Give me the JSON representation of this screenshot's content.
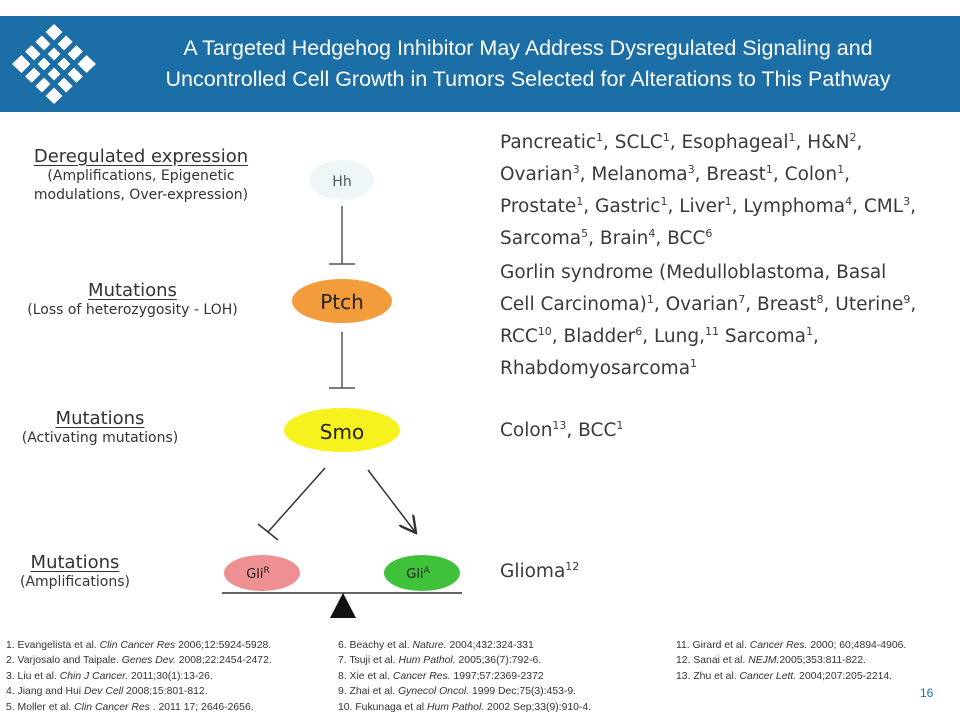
{
  "slide": {
    "title_line1": "A Targeted Hedgehog Inhibitor May Address Dysregulated Signaling and",
    "title_line2": "Uncontrolled Cell Growth in Tumors Selected for Alterations to This Pathway",
    "page_number": "16"
  },
  "colors": {
    "header_bg": "#1b6fa6",
    "ptch_node": "#f39c3c",
    "smo_node": "#f7f21d",
    "gli_r_node": "#ee8f92",
    "gli_a_node": "#3fc23a",
    "hh_node": "#eef6f7"
  },
  "labels": [
    {
      "title": "Deregulated expression",
      "lines": [
        "(Amplifications, Epigenetic",
        "modulations, Over-expression)"
      ]
    },
    {
      "title": "Mutations",
      "lines": [
        "(Loss of heterozygosity - LOH)"
      ]
    },
    {
      "title": "Mutations",
      "lines": [
        "(Activating mutations)"
      ]
    },
    {
      "title": "Mutations",
      "lines": [
        "(Amplifications)"
      ]
    }
  ],
  "nodes": {
    "hh": "Hh",
    "ptch": "Ptch",
    "smo": "Smo",
    "gli_r": "Gli",
    "gli_r_sup": "R",
    "gli_a": "Gli",
    "gli_a_sup": "A"
  },
  "cancers": {
    "hh": "Pancreatic<sup>1</sup>, SCLC<sup>1</sup>, Esophageal<sup>1</sup>, H&amp;N<sup>2</sup>,<br>Ovarian<sup>3</sup>, Melanoma<sup>3</sup>, Breast<sup>1</sup>, Colon<sup>1</sup>,<br>Prostate<sup>1</sup>, Gastric<sup>1</sup>, Liver<sup>1</sup>, Lymphoma<sup>4</sup>, CML<sup>3</sup>,<br>Sarcoma<sup>5</sup>, Brain<sup>4</sup>, BCC<sup>6</sup>",
    "ptch": "Gorlin syndrome (Medulloblastoma, Basal<br>Cell Carcinoma)<sup>1</sup>, Ovarian<sup>7</sup>, Breast<sup>8</sup>, Uterine<sup>9</sup>,<br>RCC<sup>10</sup>, Bladder<sup>6</sup>, Lung,<sup>11</sup> Sarcoma<sup>1</sup>,<br>Rhabdomyosarcoma<sup>1</sup>",
    "smo": "Colon<sup>13</sup>, BCC<sup>1</sup>",
    "gli": "Glioma<sup>12</sup>"
  },
  "references": {
    "col1": "1. Evangelista  et al. <i>Clin Cancer Res</i> 2006;12:5924-5928.<br>2. Varjosalo and Taipale. <i>Genes Dev.</i> 2008;22:2454-2472.<br>3. Liu et al. <i>Chin J Cancer.</i> 2011;30(1):13-26.<br>4. Jiang  and Hui  <i>Dev Cell</i> 2008;15:801-812.<br>5. Moller et al. <i>Clin Cancer Res</i> . 2011 17; 2646-2656.",
    "col2": "6. Beachy et al.  <i>Nature.</i> 2004;432:324-331<br>7. Tsuji  et al. <i>Hum Pathol.</i> 2005;36(7):792-6.<br>8. Xie et al.  <i>Cancer Res.</i> 1997;57:2369-2372<br>9. Zhai et al.  <i>Gynecol Oncol.</i> 1999 Dec;75(3):453-9.<br>10. Fukunaga   et al   <i>Hum Pathol.</i> 2002 Sep;33(9):910-4.",
    "col3": "11. Girard  et al.  <i>Cancer Res.</i> 2000; 60;4894-4906.<br>12. Sanai  et al.  <i>NEJM.</i>2005;353:811-822.<br>13. Zhu et al.  <i>Cancer Lett.</i> 2004;207:205-2214."
  }
}
